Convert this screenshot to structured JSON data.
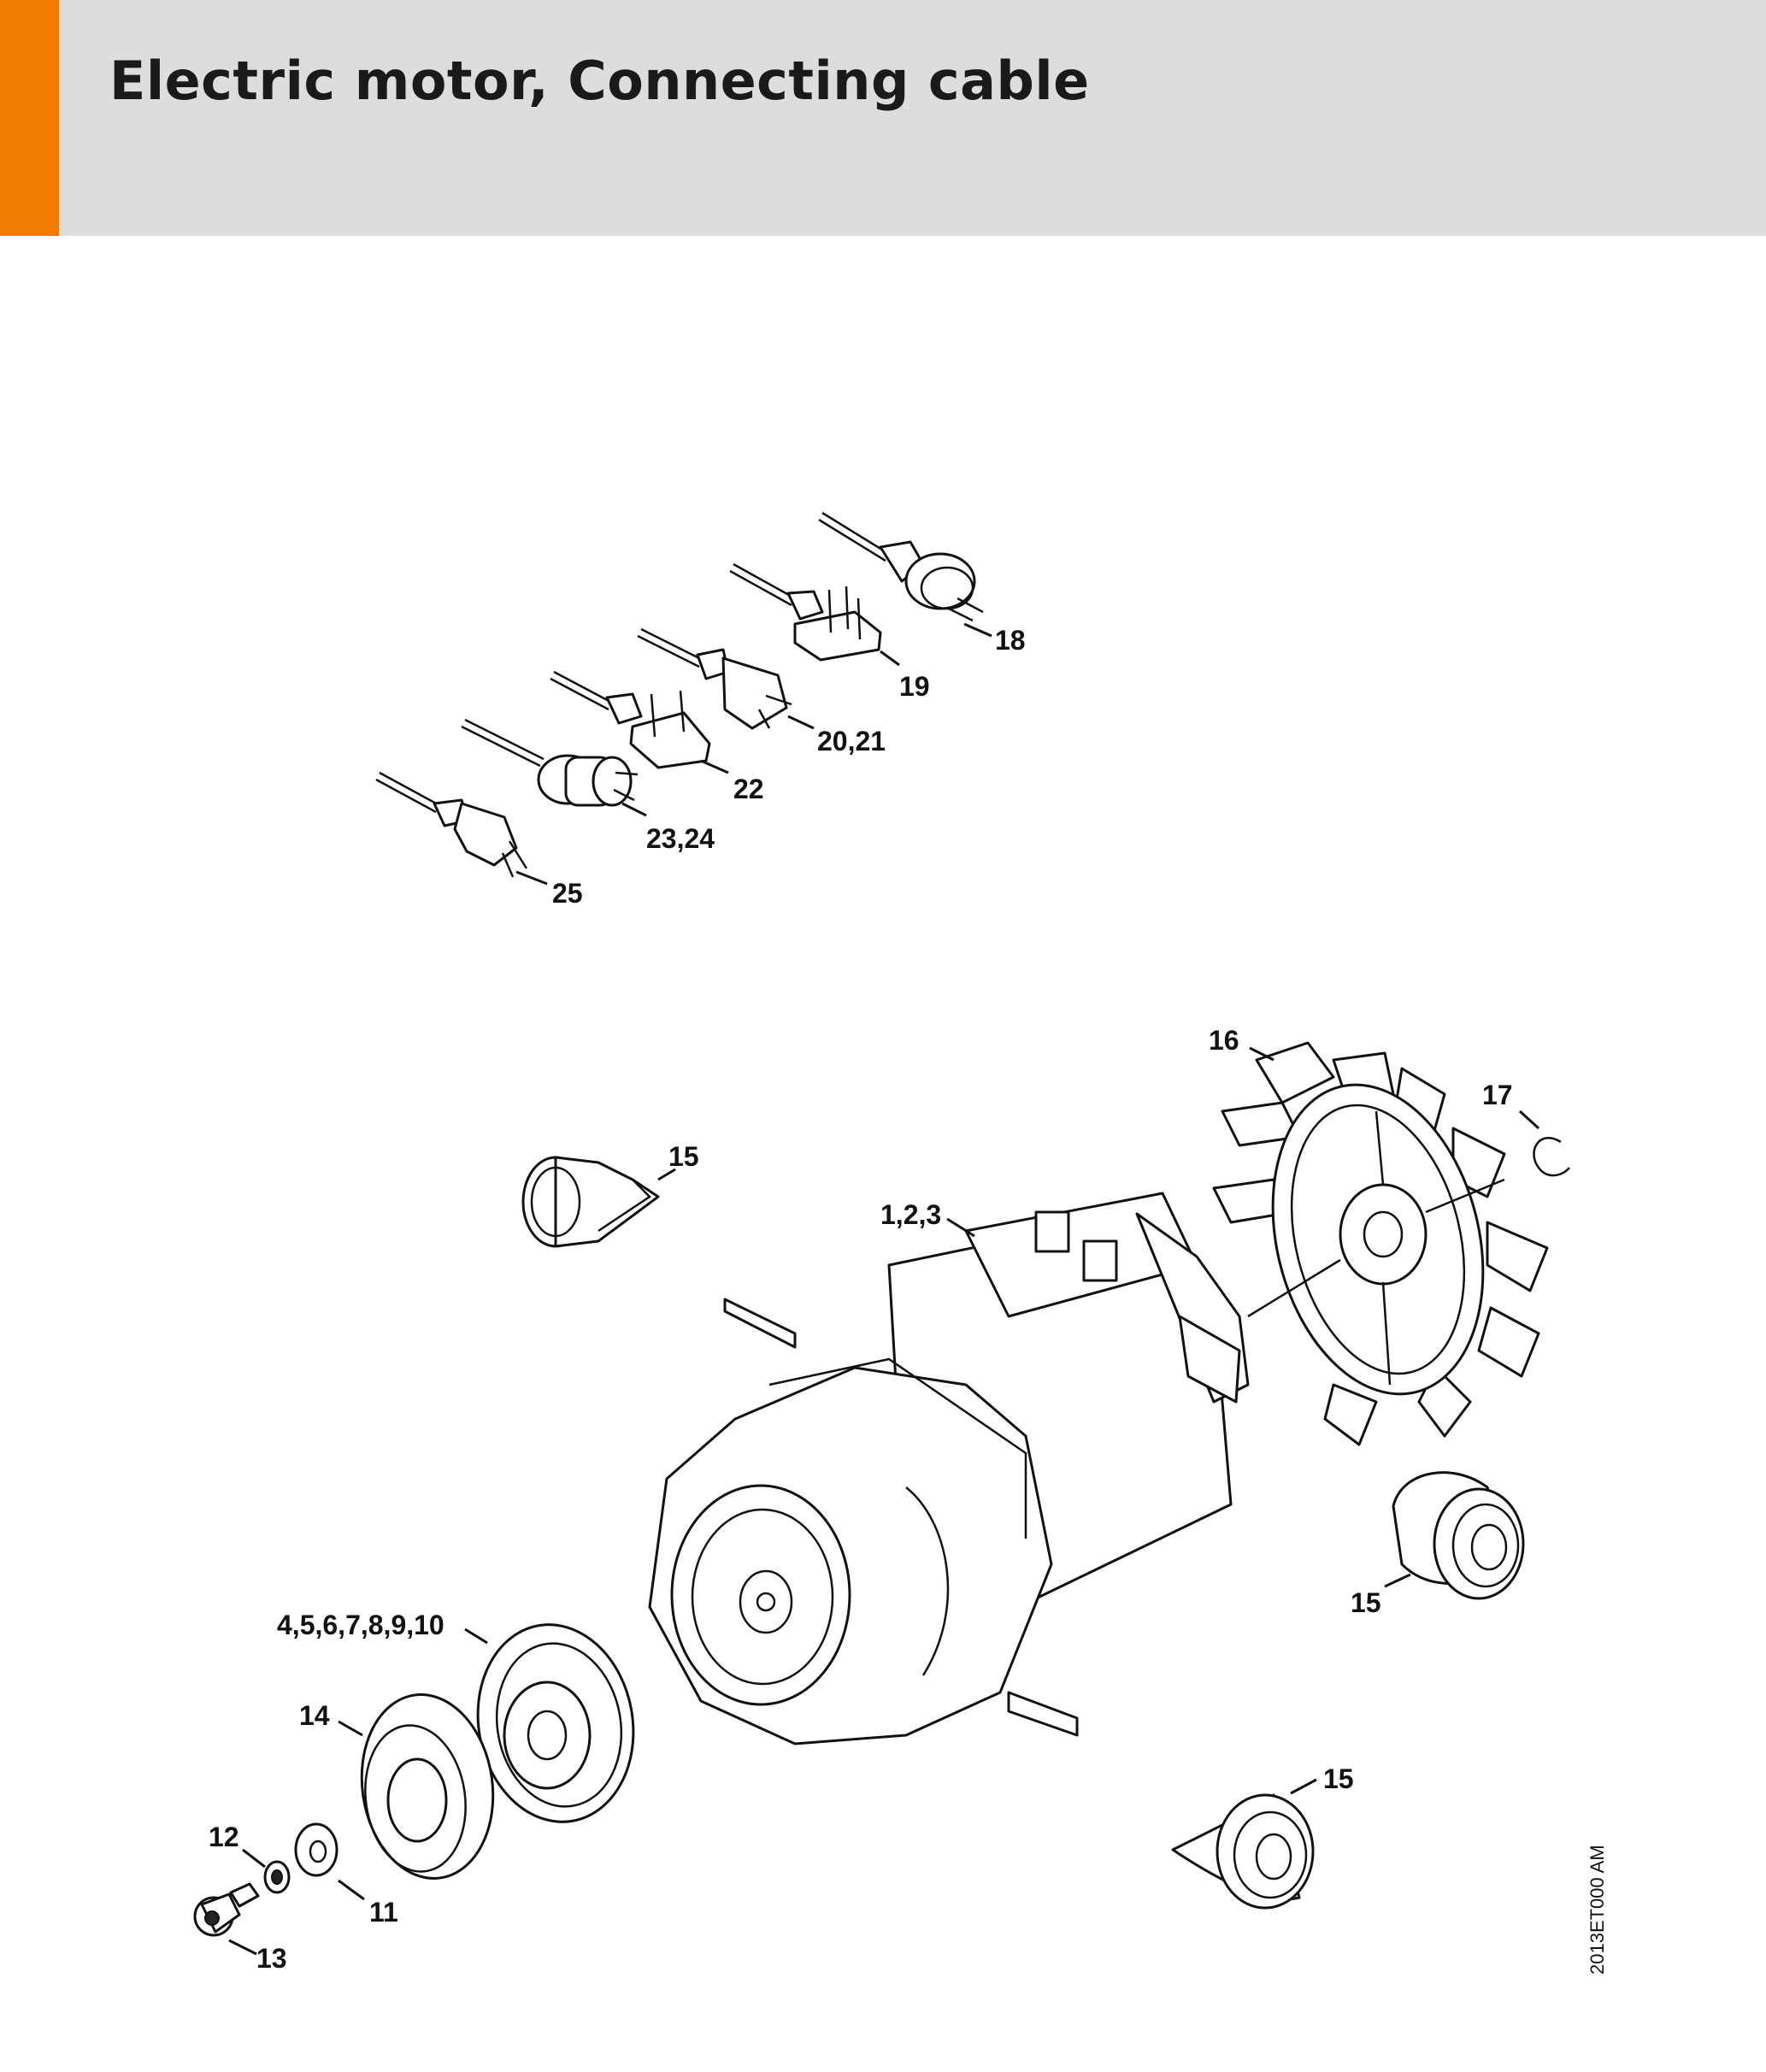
{
  "header": {
    "title": "Electric motor, Connecting cable",
    "accent_color": "#f07c00",
    "background_color": "#dcdddc"
  },
  "callouts": {
    "c18": "18",
    "c19": "19",
    "c20_21": "20,21",
    "c22": "22",
    "c23_24": "23,24",
    "c25": "25",
    "c16": "16",
    "c17": "17",
    "c15_a": "15",
    "c1_2_3": "1,2,3",
    "c15_b": "15",
    "c4_10": "4,5,6,7,8,9,10",
    "c14": "14",
    "c15_c": "15",
    "c12": "12",
    "c11": "11",
    "c13": "13"
  },
  "drawing_code": "2013ET000 AM"
}
